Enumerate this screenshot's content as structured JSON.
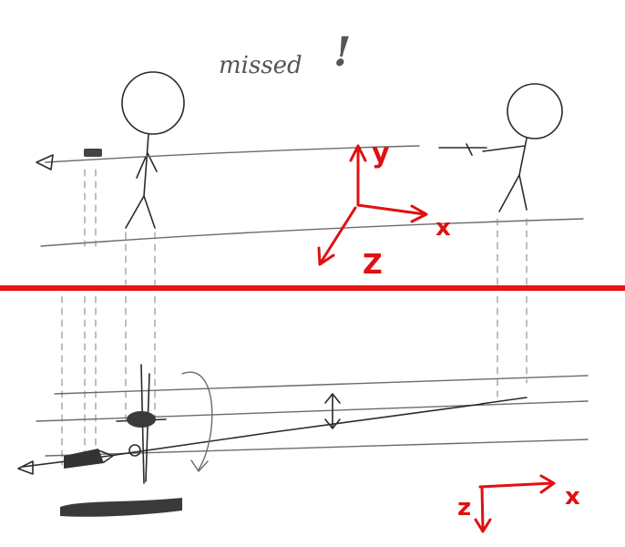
{
  "annotation": {
    "missed": "missed",
    "exclaim": "!"
  },
  "axes_top": {
    "y": "y",
    "x": "x",
    "z": "Z"
  },
  "axes_bottom": {
    "z": "z",
    "x": "x"
  },
  "colors": {
    "annotation_red": "#e11010",
    "pencil": "#6b6b6b",
    "divider": "#e61414"
  }
}
